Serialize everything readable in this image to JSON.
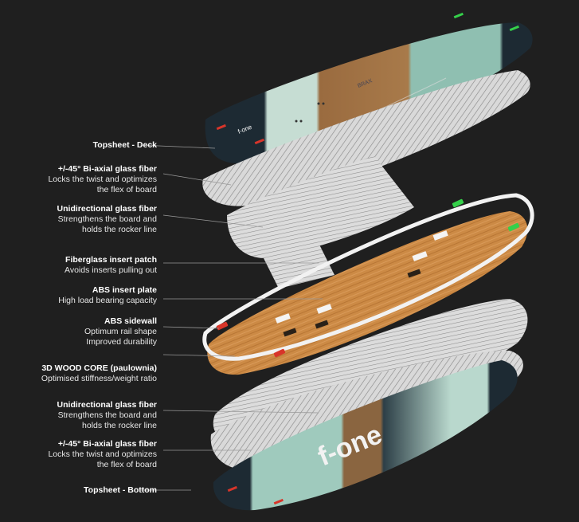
{
  "layers": [
    {
      "title": "Topsheet - Deck",
      "desc": []
    },
    {
      "title": "+/-45° Bi-axial glass fiber",
      "desc": [
        "Locks the twist and optimizes",
        "the flex of board"
      ]
    },
    {
      "title": "Unidirectional glass fiber",
      "desc": [
        "Strengthens the board and",
        "holds the rocker line"
      ]
    },
    {
      "title": "Fiberglass insert patch",
      "desc": [
        "Avoids inserts pulling out"
      ]
    },
    {
      "title": "ABS insert plate",
      "desc": [
        "High load bearing capacity"
      ]
    },
    {
      "title": "ABS sidewall",
      "desc": [
        "Optimum rail shape",
        "Improved durability"
      ]
    },
    {
      "title": "3D WOOD CORE (paulownia)",
      "desc": [
        "Optimised stiffness/weight ratio"
      ]
    },
    {
      "title": "Unidirectional glass fiber",
      "desc": [
        "Strengthens the board and",
        "holds the rocker line"
      ]
    },
    {
      "title": "+/-45° Bi-axial glass fiber",
      "desc": [
        "Locks the twist and optimizes",
        "the flex of board"
      ]
    },
    {
      "title": "Topsheet - Bottom",
      "desc": []
    }
  ],
  "board_text": {
    "brand_top": "f-one",
    "brand_bottom": "f-one",
    "model": "BRAX"
  },
  "colors": {
    "background": "#1f1f1f",
    "mint": "#a8cfc3",
    "navy": "#1d2a33",
    "wood": "#c98a45",
    "accent_green": "#35d04a",
    "accent_red": "#d8352a"
  }
}
